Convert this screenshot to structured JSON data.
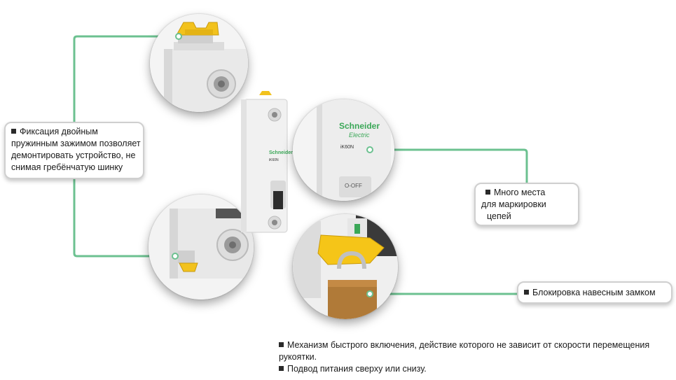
{
  "accent_color": "#6cc190",
  "brand_color": "#3aa757",
  "callouts": {
    "fixation": {
      "lines": [
        "Фиксация двойным",
        "пружинным зажимом позволяет",
        "демонтировать устройство, не",
        " снимая гребёнчатую шинку"
      ]
    },
    "marking": {
      "lines": [
        "Много места",
        "для маркировки",
        "цепей"
      ]
    },
    "padlock": {
      "lines": [
        "Блокировка навесным замком"
      ]
    }
  },
  "product": {
    "brand_top": "Schneider",
    "brand_bottom": "Electric",
    "model": "iK60N",
    "switch_label": "O-OFF",
    "body_brand": "Schneider",
    "body_model": "iK60N"
  },
  "bullets": [
    "Механизм быстрого включения, действие которого не зависит от скорости перемещения рукоятки.",
    "Подвод питания сверху или снизу."
  ],
  "icons": {
    "bullet": "black-square-icon",
    "connector": "green-ring-icon"
  }
}
